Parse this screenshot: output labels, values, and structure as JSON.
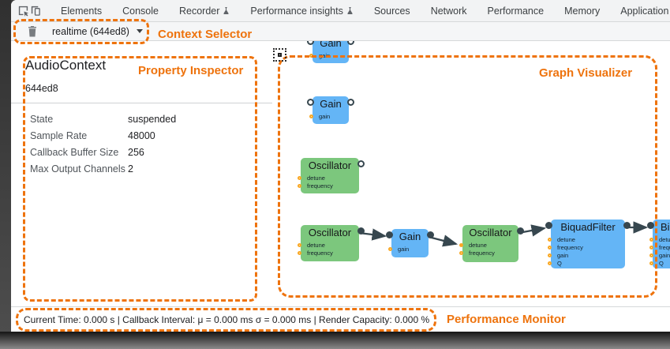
{
  "tab_bar": {
    "icons": [
      "inspect-element-icon",
      "device-toolbar-icon"
    ],
    "tabs": [
      {
        "label": "Elements"
      },
      {
        "label": "Console"
      },
      {
        "label": "Recorder",
        "icon": "flask-icon"
      },
      {
        "label": "Performance insights",
        "icon": "flask-icon"
      },
      {
        "label": "Sources"
      },
      {
        "label": "Network"
      },
      {
        "label": "Performance"
      },
      {
        "label": "Memory"
      },
      {
        "label": "Application"
      }
    ]
  },
  "context_selector": {
    "icon": "trash-icon",
    "value": "realtime (644ed8)"
  },
  "property_inspector": {
    "title": "AudioContext",
    "context_id": "644ed8",
    "rows": [
      {
        "label": "State",
        "value": "suspended"
      },
      {
        "label": "Sample Rate",
        "value": "48000"
      },
      {
        "label": "Callback Buffer Size",
        "value": "256"
      },
      {
        "label": "Max Output Channels",
        "value": "2"
      }
    ]
  },
  "graph": {
    "nodes": [
      {
        "title": "Gain",
        "color": "blue",
        "params": [
          {
            "label": "gain",
            "connected": false
          }
        ]
      },
      {
        "title": "Gain",
        "color": "blue",
        "params": [
          {
            "label": "gain",
            "connected": false
          }
        ]
      },
      {
        "title": "Oscillator",
        "color": "green",
        "params": [
          {
            "label": "detune",
            "connected": false
          },
          {
            "label": "frequency",
            "connected": false
          }
        ]
      },
      {
        "title": "Oscillator",
        "color": "green",
        "params": [
          {
            "label": "detune",
            "connected": false
          },
          {
            "label": "frequency",
            "connected": false
          }
        ]
      },
      {
        "title": "Gain",
        "color": "blue",
        "params": [
          {
            "label": "gain",
            "connected": false
          }
        ]
      },
      {
        "title": "Oscillator",
        "color": "green",
        "params": [
          {
            "label": "detune",
            "connected": true
          },
          {
            "label": "frequency",
            "connected": false
          }
        ]
      },
      {
        "title": "BiquadFilter",
        "color": "blue",
        "params": [
          {
            "label": "detune",
            "connected": false
          },
          {
            "label": "frequency",
            "connected": false
          },
          {
            "label": "gain",
            "connected": false
          },
          {
            "label": "Q",
            "connected": false
          }
        ]
      },
      {
        "title": "BiquadFilter",
        "color": "blue",
        "params": [
          {
            "label": "detune",
            "connected": false
          },
          {
            "label": "frequency",
            "connected": false
          },
          {
            "label": "gain",
            "connected": false
          },
          {
            "label": "Q",
            "connected": false
          }
        ]
      }
    ],
    "edges": [
      {
        "from": "Oscillator (bottom-left) output",
        "to": "Gain input"
      },
      {
        "from": "Gain output",
        "to": "Oscillator detune param"
      },
      {
        "from": "Oscillator output",
        "to": "BiquadFilter input"
      },
      {
        "from": "BiquadFilter output",
        "to": "BiquadFilter (clipped) input"
      }
    ]
  },
  "status_bar": {
    "text": "Current Time: 0.000 s | Callback Interval: μ = 0.000 ms σ = 0.000 ms | Render Capacity: 0.000 %"
  },
  "annotations": {
    "context_selector": "Context Selector",
    "property_inspector": "Property Inspector",
    "graph_visualizer": "Graph Visualizer",
    "performance_monitor": "Performance Monitor",
    "color": "#ee730d"
  }
}
